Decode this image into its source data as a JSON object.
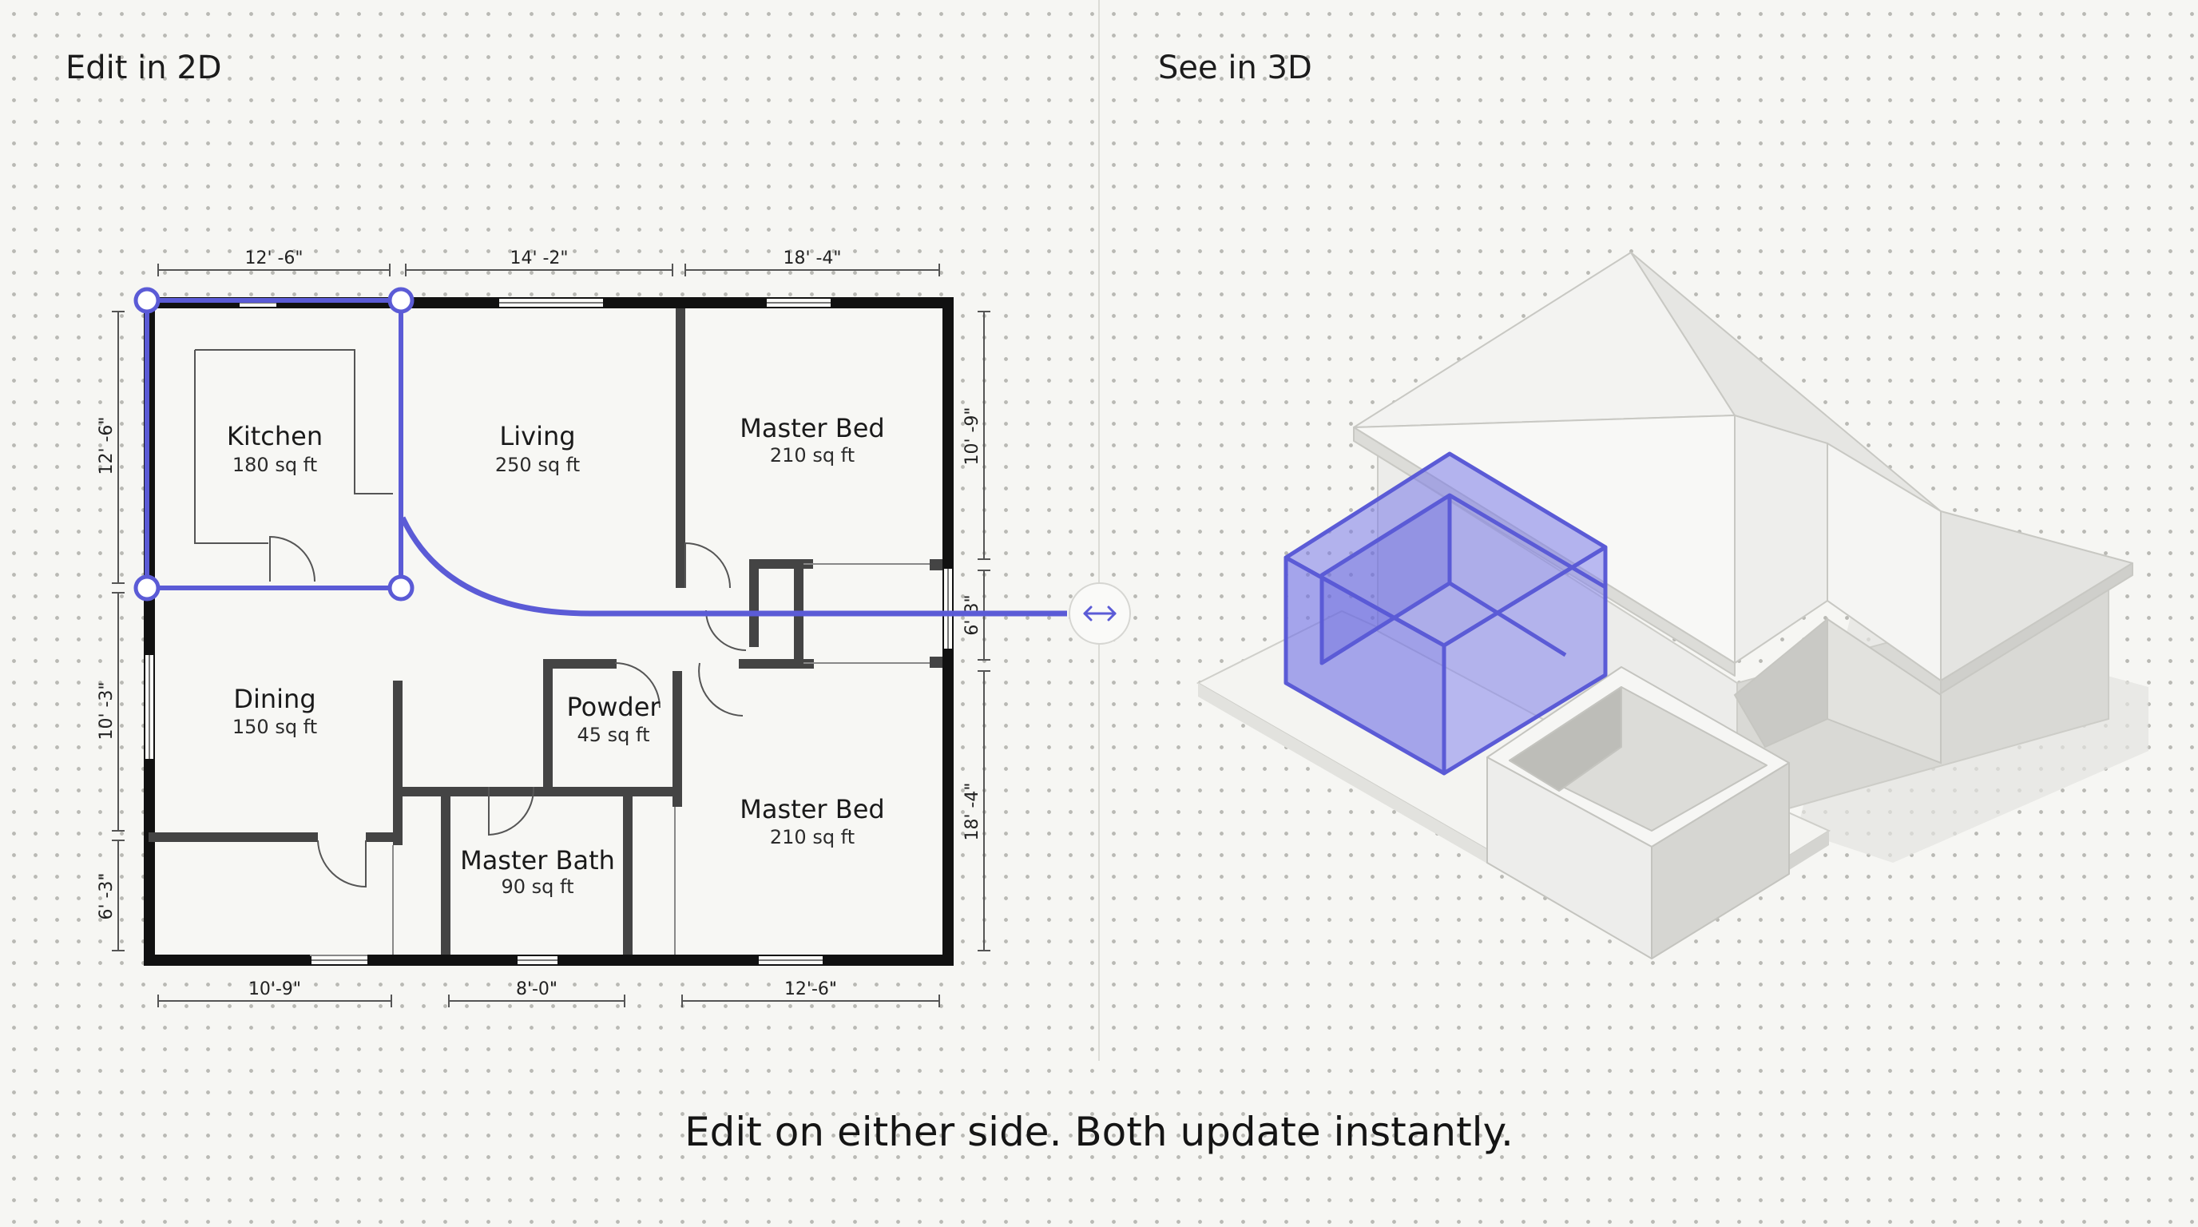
{
  "panels": {
    "left_label": "Edit in 2D",
    "right_label": "See in 3D"
  },
  "caption": "Edit on either side. Both update instantly.",
  "sync_icon": "double-arrow-icon",
  "floor_plan": {
    "rooms": [
      {
        "name": "Kitchen",
        "area": "180 sq ft"
      },
      {
        "name": "Living",
        "area": "250 sq ft"
      },
      {
        "name": "Master Bed",
        "area": "210 sq ft"
      },
      {
        "name": "Dining",
        "area": "150 sq ft"
      },
      {
        "name": "Powder",
        "area": "45 sq ft"
      },
      {
        "name": "Master Bath",
        "area": "90 sq ft"
      },
      {
        "name": "Master Bed",
        "area": "210 sq ft"
      }
    ],
    "dimensions": {
      "top": [
        "12' -6\"",
        "14' -2\"",
        "18' -4\""
      ],
      "bottom": [
        "10'-9\"",
        "8'-0\"",
        "12'-6\""
      ],
      "left": [
        "12' -6\"",
        "10' -3\"",
        "6' -3\""
      ],
      "right": [
        "10' -9\"",
        "6' 3\"",
        "18' -4\""
      ]
    }
  },
  "colors": {
    "accent": "#5b5bd6",
    "accent_light": "#8b8cf0",
    "wall": "#111111",
    "interior_wall": "#444444"
  }
}
